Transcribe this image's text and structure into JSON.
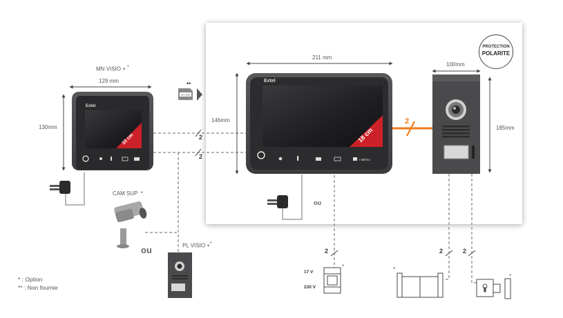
{
  "colors": {
    "accent_orange": "#f07a1a",
    "screen_red": "#cc2128",
    "device_frame": "#4a4a4c",
    "wire_dashed": "#999999"
  },
  "monitor_small": {
    "name": "MN VISIO +",
    "name_suffix": "*",
    "width_label": "129 mm",
    "height_label": "130mm",
    "brand": "Extel",
    "screen_badge": "10 cm"
  },
  "monitor_large": {
    "width_label": "211 mm",
    "height_label": "146mm",
    "brand": "Extel",
    "screen_badge": "18 cm",
    "button_tag": "/ MENU"
  },
  "door_station": {
    "width_label": "100mm",
    "height_label": "185mm"
  },
  "sd_card": {
    "marker": "**",
    "label": "SD CARD"
  },
  "badge": {
    "line1": "PROTECTION",
    "line2": "POLARITE"
  },
  "camera": {
    "name": "CAM SUP",
    "marker": "*",
    "or_label": "ou"
  },
  "plate": {
    "name": "PL VISIO +",
    "marker": "*"
  },
  "power_supply": {
    "or_label": "ou"
  },
  "transformer": {
    "line1": "17 V",
    "line2": "230 V",
    "marker": "*"
  },
  "gate": {
    "marker": "*"
  },
  "lock": {
    "marker": "*"
  },
  "wire_count": "2",
  "legend": {
    "line1": "* : Option",
    "line2": "** : Non fournie"
  }
}
